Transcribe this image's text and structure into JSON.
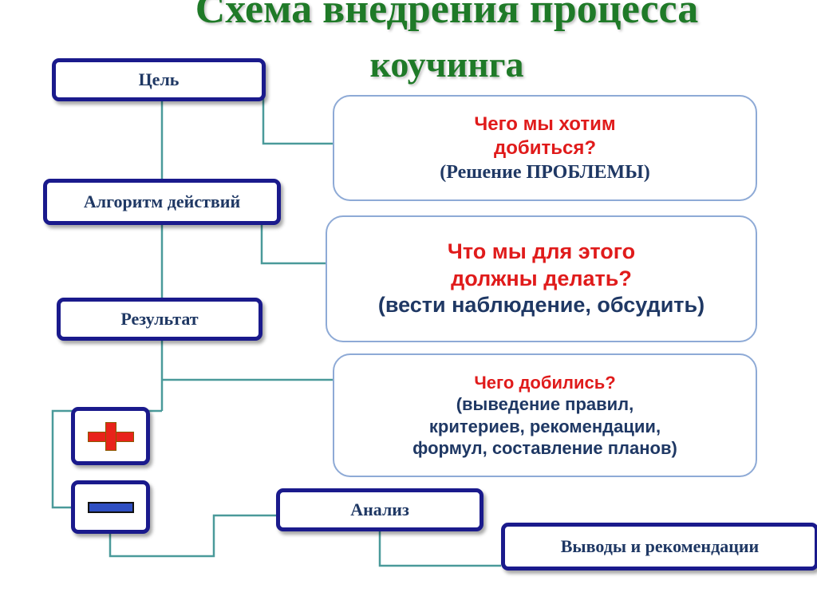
{
  "title": {
    "line1": "Схема внедрения процесса",
    "line2": "коучинга"
  },
  "boxes": {
    "goal": "Цель",
    "algorithm": "Алгоритм действий",
    "result": "Результат",
    "analysis": "Анализ",
    "conclusions": "Выводы и рекомендации"
  },
  "cards": {
    "card1": {
      "question_line1": "Чего мы хотим",
      "question_line2": "добиться?",
      "detail": "(Решение ПРОБЛЕМЫ)"
    },
    "card2": {
      "question_line1": "Что мы для этого",
      "question_line2": "должны делать?",
      "detail": "(вести наблюдение, обсудить)"
    },
    "card3": {
      "question": "Чего добились?",
      "detail_line1": "(выведение правил,",
      "detail_line2": "критериев, рекомендации,",
      "detail_line3": "формул, составление планов)"
    }
  },
  "icons": {
    "plus": "plus-icon",
    "minus": "minus-icon"
  },
  "colors": {
    "title": "#1f7a28",
    "box_border": "#1a1a8c",
    "question_text": "#e01b1b",
    "detail_text": "#1f3864",
    "connector": "#4a9a9a",
    "card_border": "#8eaad6"
  }
}
